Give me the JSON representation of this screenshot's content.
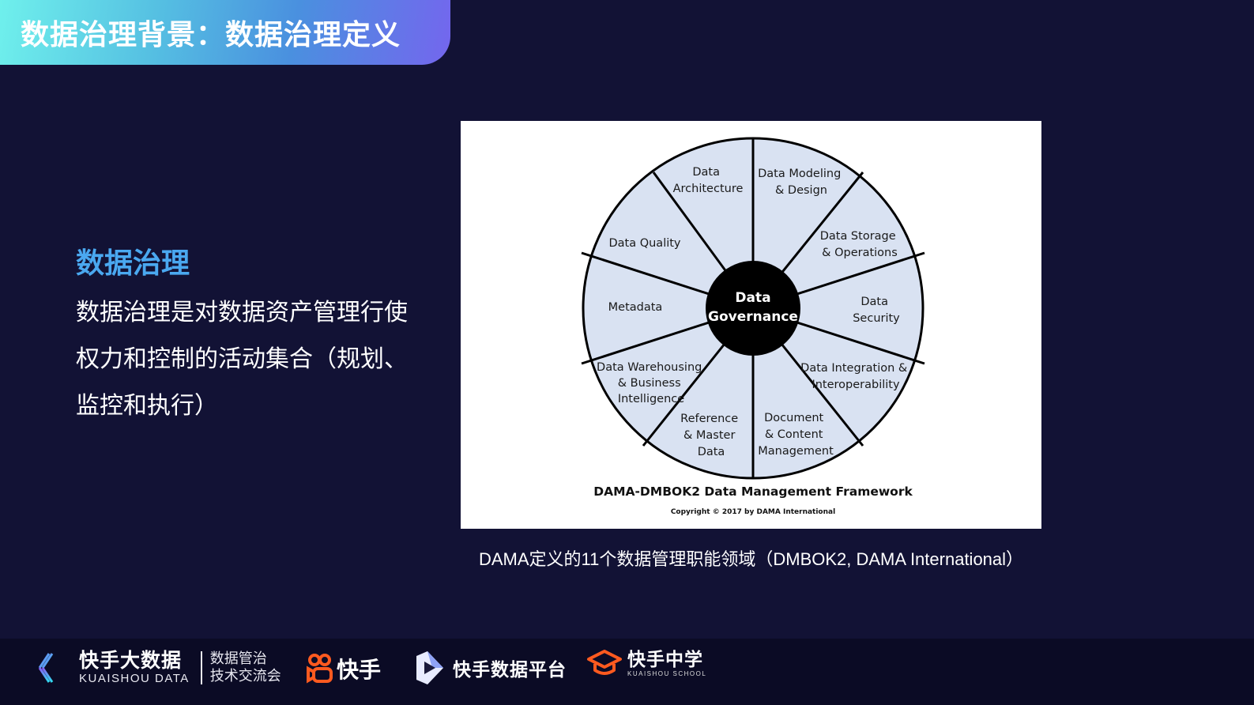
{
  "header": {
    "title": "数据治理背景：数据治理定义",
    "gradient": [
      "#6ff0ec",
      "#4a90df",
      "#7466ee"
    ]
  },
  "section": {
    "heading": "数据治理",
    "heading_color": "#4aa8f0",
    "body": "数据治理是对数据资产管理行使权力和控制的活动集合（规划、监控和执行）"
  },
  "figure": {
    "center_label_line1": "Data",
    "center_label_line2": "Governance",
    "segments": [
      {
        "id": "data-architecture",
        "lines": [
          "Data",
          "Architecture"
        ]
      },
      {
        "id": "data-modeling-design",
        "lines": [
          "Data Modeling",
          "& Design"
        ]
      },
      {
        "id": "data-storage-operations",
        "lines": [
          "Data Storage",
          "& Operations"
        ]
      },
      {
        "id": "data-security",
        "lines": [
          "Data",
          "Security"
        ]
      },
      {
        "id": "data-integration-interoperability",
        "lines": [
          "Data Integration &",
          "Interoperability"
        ]
      },
      {
        "id": "document-content-management",
        "lines": [
          "Document",
          "& Content",
          "Management"
        ]
      },
      {
        "id": "reference-master-data",
        "lines": [
          "Reference",
          "& Master",
          "Data"
        ]
      },
      {
        "id": "data-warehousing-bi",
        "lines": [
          "Data Warehousing",
          "& Business",
          "Intelligence"
        ]
      },
      {
        "id": "metadata",
        "lines": [
          "Metadata"
        ]
      },
      {
        "id": "data-quality",
        "lines": [
          "Data Quality"
        ]
      }
    ],
    "framework_title": "DAMA-DMBOK2 Data Management Framework",
    "copyright": "Copyright © 2017  by DAMA International",
    "segment_fill": "#d9e2f2",
    "caption": "DAMA定义的11个数据管理职能领域（DMBOK2, DAMA International）"
  },
  "footer": {
    "kuaishou_data": {
      "cn": "快手大数据",
      "en": "KUAISHOU DATA",
      "sub_line1": "数据管治",
      "sub_line2": "技术交流会"
    },
    "kuaishou": {
      "text": "快手",
      "color": "#ff5a1f"
    },
    "data_platform": {
      "text": "快手数据平台"
    },
    "school": {
      "cn": "快手中学",
      "en": "KUAISHOU SCHOOL",
      "color": "#ff5a1f"
    }
  }
}
